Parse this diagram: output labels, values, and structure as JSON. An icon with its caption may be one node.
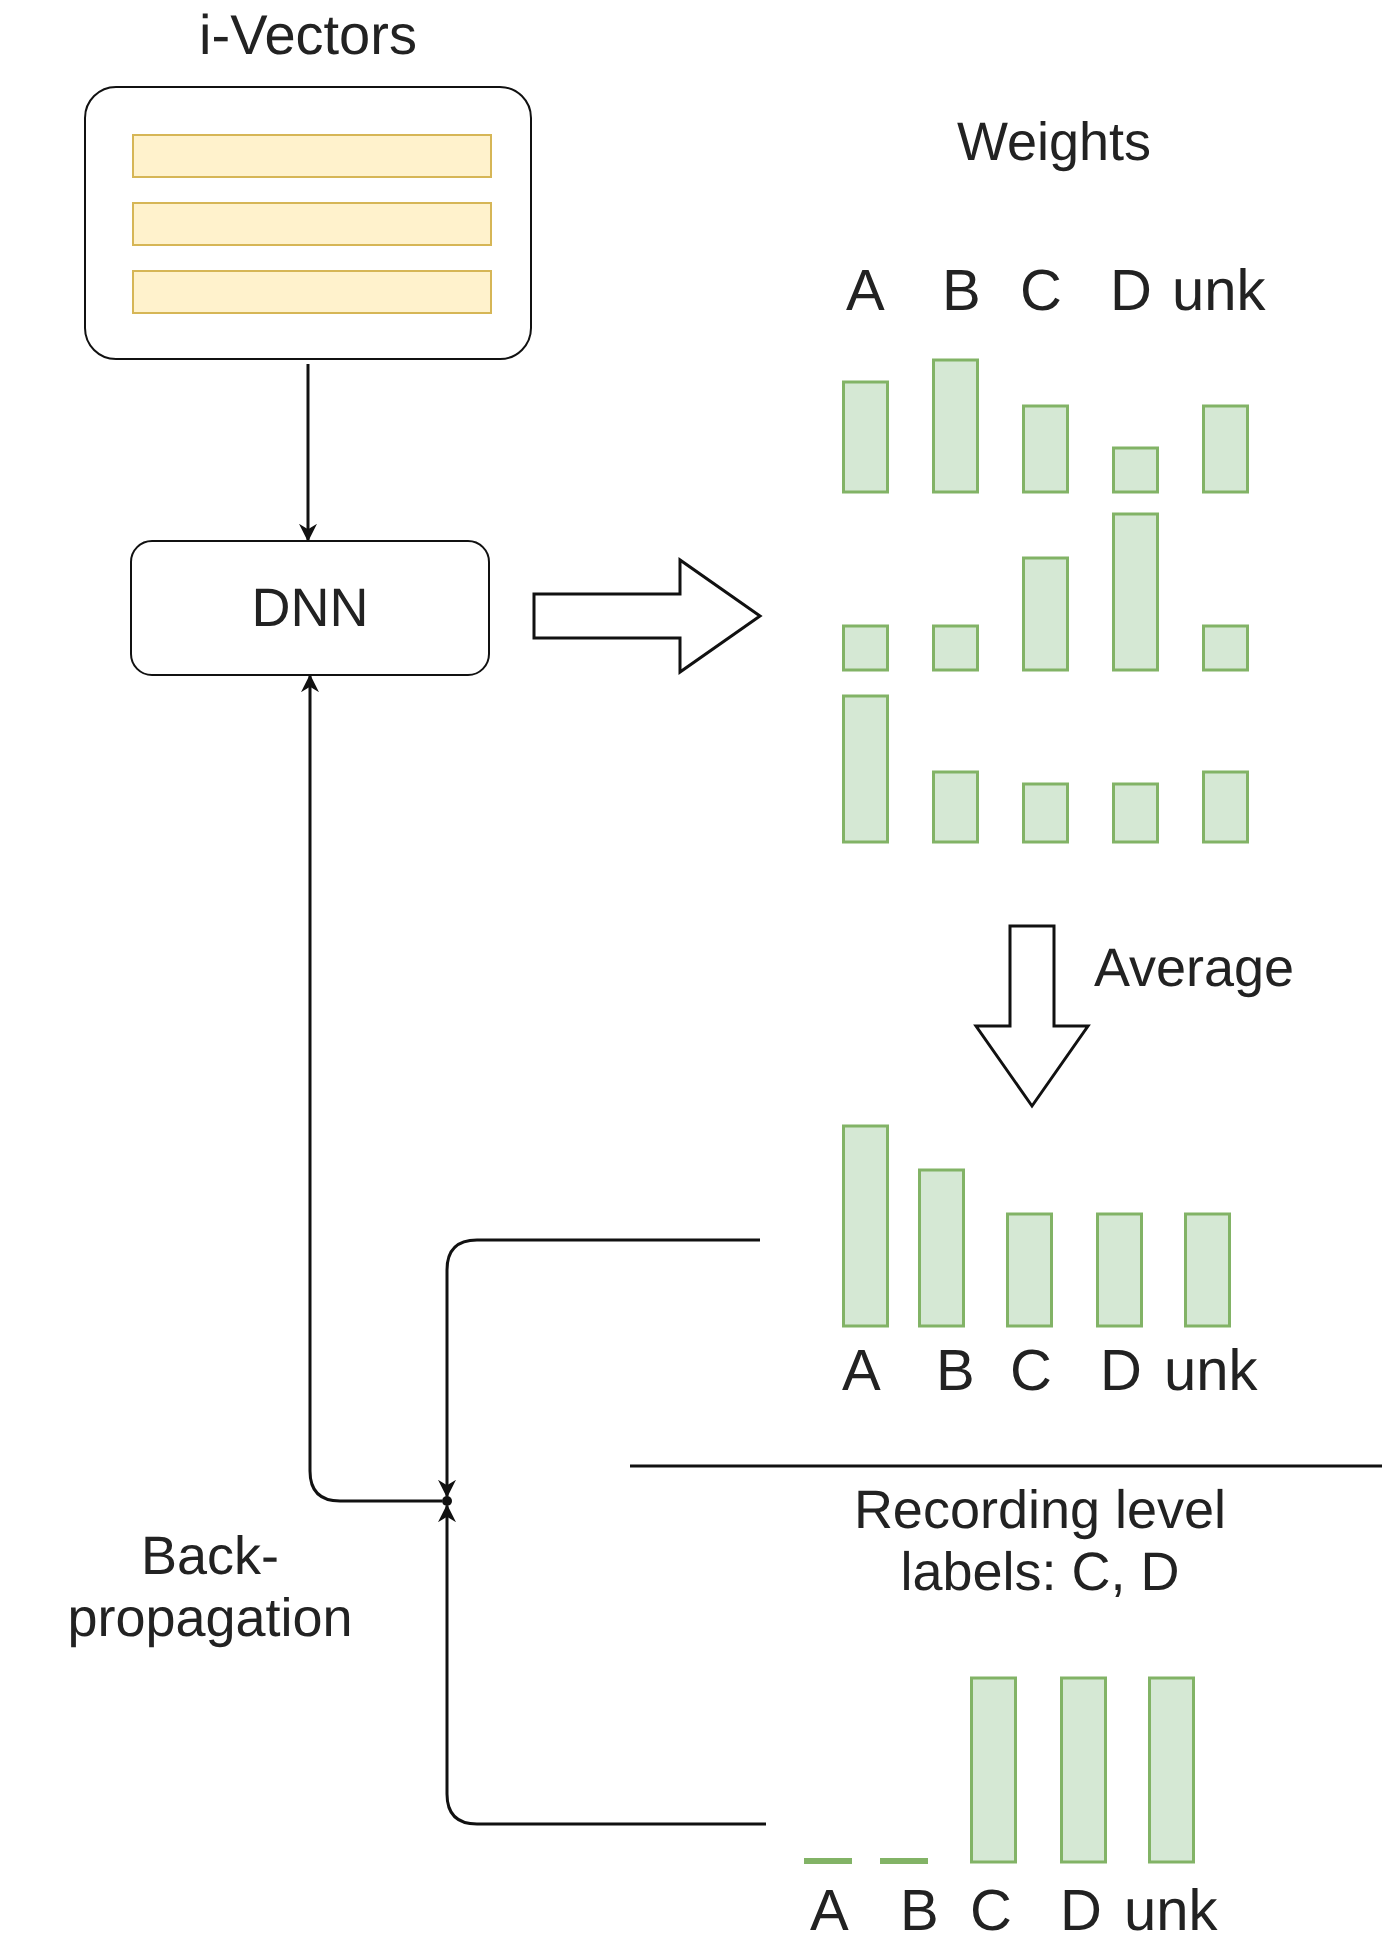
{
  "diagram": {
    "nodes": [
      {
        "text": [
          "i-Vectors"
        ]
      },
      {
        "text": [],
        "shape": "bar",
        "in": 0
      },
      {
        "text": [],
        "shape": "bar",
        "in": 0
      },
      {
        "text": [],
        "shape": "bar",
        "in": 0
      },
      {
        "text": [
          "DNN"
        ]
      },
      {
        "text": [
          "Weights",
          "A",
          "B",
          "C",
          "D",
          "unk"
        ]
      },
      {
        "text": [
          "A",
          "B",
          "C",
          "D",
          "unk"
        ]
      },
      {
        "text": [
          "Recording level labels: C, D",
          "A",
          "B",
          "C",
          "D",
          "unk"
        ]
      },
      {
        "text": [],
        "shape": "point"
      }
    ],
    "edges": [
      {
        "from": 0,
        "to": 4,
        "arrow": "to"
      },
      {
        "from": 4,
        "to": 5,
        "arrow": "to",
        "style": "thick"
      },
      {
        "from": 5,
        "to": 6,
        "arrow": "to",
        "style": "thick",
        "label": "Average"
      },
      {
        "from": 6,
        "to": 8,
        "arrow": "to"
      },
      {
        "from": 7,
        "to": 8,
        "arrow": "to"
      },
      {
        "from": 8,
        "to": 4,
        "arrow": "to"
      }
    ],
    "labels": [
      "Back-propagation"
    ]
  }
}
